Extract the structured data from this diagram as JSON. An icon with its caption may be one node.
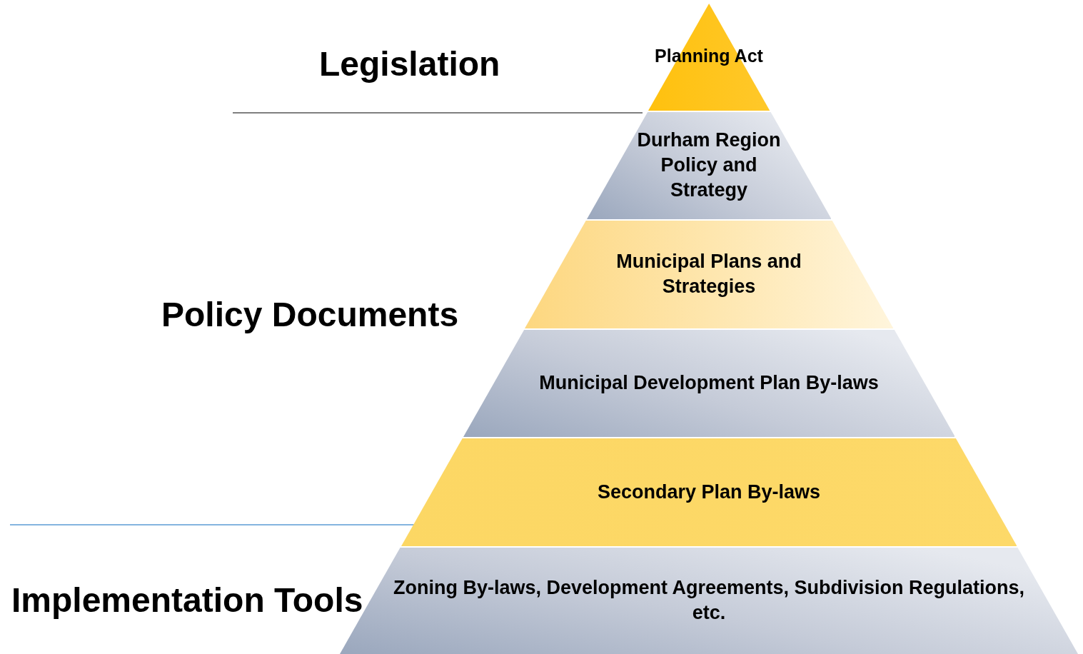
{
  "diagram": {
    "nodes": [
      {
        "text": [
          "Planning Act"
        ]
      },
      {
        "text": [
          "Durham Region Policy and Strategy"
        ]
      },
      {
        "text": [
          "Municipal Plans and Strategies"
        ]
      },
      {
        "text": [
          "Municipal Development Plan By-laws"
        ]
      },
      {
        "text": [
          "Secondary Plan By-laws"
        ]
      },
      {
        "text": [
          "Zoning By-laws, Development Agreements, Subdivision Regulations, etc."
        ]
      }
    ],
    "labels": [
      "Legislation",
      "Policy Documents",
      "Implementation Tools"
    ]
  }
}
